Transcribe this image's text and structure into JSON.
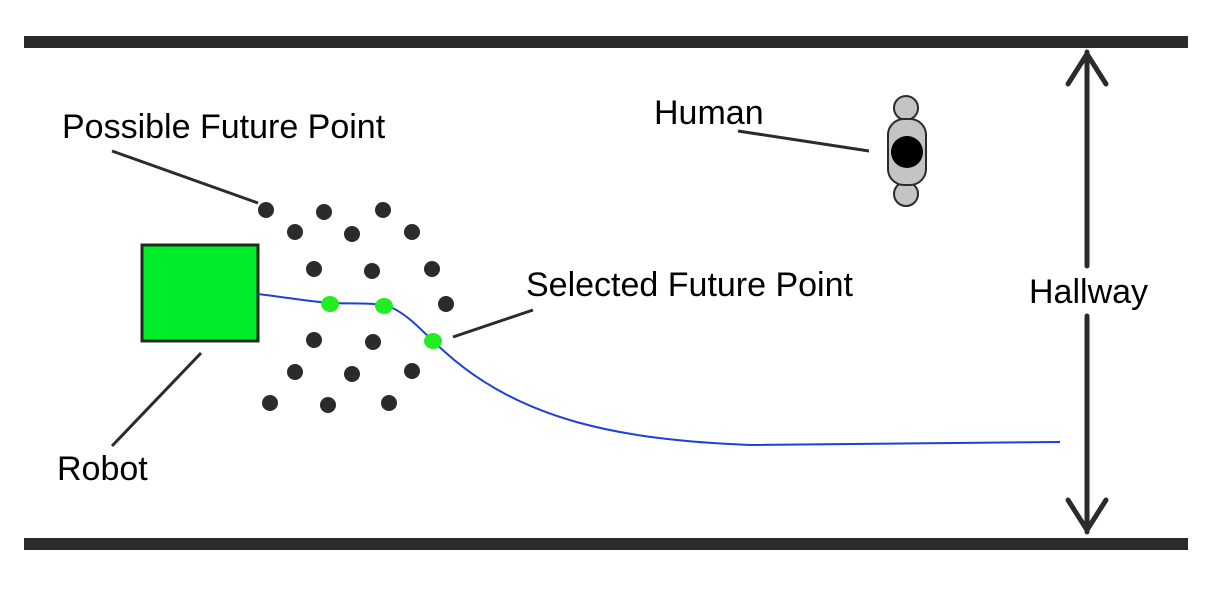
{
  "labels": {
    "possible_future_point": "Possible Future Point",
    "human": "Human",
    "selected_future_point": "Selected Future Point",
    "hallway": "Hallway",
    "robot": "Robot"
  },
  "colors": {
    "wall": "#2b2b2b",
    "robot_fill": "#00ee2a",
    "robot_stroke": "#1f2a1f",
    "candidate_point": "#2b2b2b",
    "selected_point": "#22ee22",
    "path": "#1f3fd8",
    "human_body": "#c4c4c4",
    "human_head": "#000000"
  }
}
